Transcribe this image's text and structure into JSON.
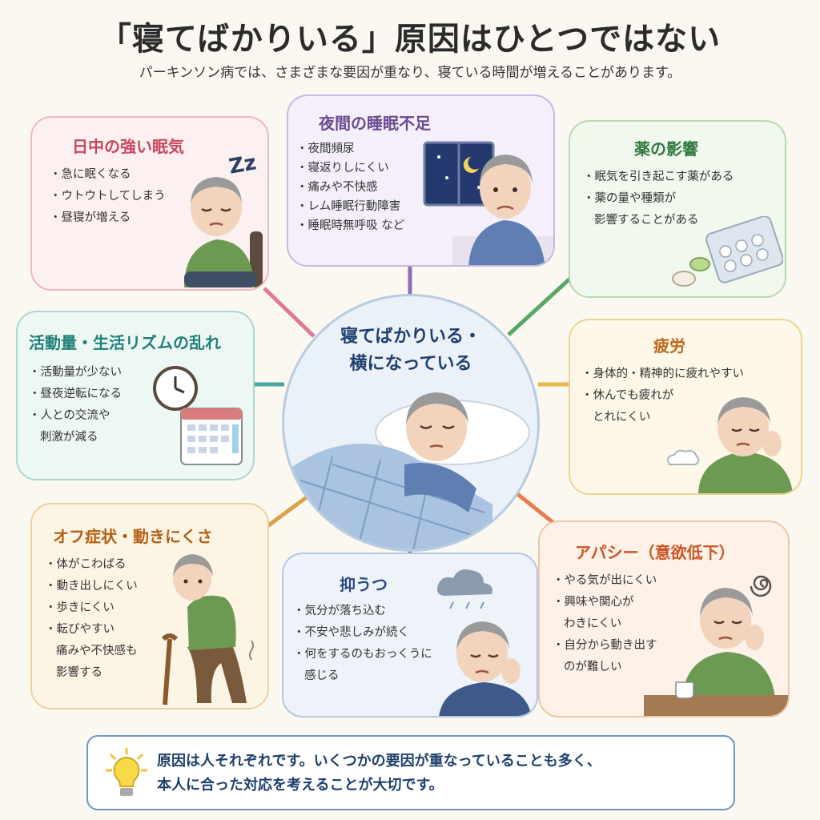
{
  "header": {
    "title": "「寝てばかりいる」原因はひとつではない",
    "subtitle": "パーキンソン病では、さまざまな要因が重なり、寝ている時間が増えることがあります。"
  },
  "center": {
    "title": "寝てばかりいる・\n横になっている"
  },
  "cards": {
    "daytime": {
      "title": "日中の強い眠気",
      "items": [
        "急に眠くなる",
        "ウトウトしてしまう",
        "昼寝が増える"
      ],
      "zzz": "Zz",
      "color": "#c9465f"
    },
    "night": {
      "title": "夜間の睡眠不足",
      "items": [
        "夜間頻尿",
        "寝返りしにくい",
        "痛みや不快感",
        "レム睡眠行動障害",
        "睡眠時無呼吸 など"
      ],
      "color": "#6a4b8f"
    },
    "medicine": {
      "title": "薬の影響",
      "items": [
        "眠気を引き起こす薬がある",
        "薬の量や種類が",
        "影響することがある"
      ],
      "color": "#2f7a3e"
    },
    "activity": {
      "title": "活動量・生活リズムの乱れ",
      "items": [
        "活動量が少ない",
        "昼夜逆転になる",
        "人との交流や",
        "刺激が減る"
      ],
      "color": "#1f7f78"
    },
    "fatigue": {
      "title": "疲労",
      "items": [
        "身体的・精神的に疲れやすい",
        "休んでも疲れが",
        "とれにくい"
      ],
      "color": "#c0661a"
    },
    "off": {
      "title": "オフ症状・動きにくさ",
      "items": [
        "体がこわばる",
        "動き出しにくい",
        "歩きにくい",
        "転びやすい",
        "痛みや不快感も",
        "影響する"
      ],
      "color": "#b55f14"
    },
    "depression": {
      "title": "抑うつ",
      "items": [
        "気分が落ち込む",
        "不安や悲しみが続く",
        "何をするのもおっくうに",
        "感じる"
      ],
      "color": "#274a82"
    },
    "apathy": {
      "title": "アパシー（意欲低下）",
      "items": [
        "やる気が出にくい",
        "興味や関心が",
        "わきにくい",
        "自分から動き出す",
        "のが難しい"
      ],
      "color": "#cf5423"
    }
  },
  "footer": {
    "text": "原因は人それぞれです。いくつかの要因が重なっていることも多く、\n本人に合った対応を考えることが大切です。"
  },
  "icons": [
    "sleepy-man-icon",
    "moon-night-window-icon",
    "pills-icon",
    "clock-icon",
    "calendar-icon",
    "tired-man-icon",
    "cane-man-icon",
    "raincloud-icon",
    "sad-man-icon",
    "coffee-cup-icon",
    "lightbulb-icon",
    "sleeping-man-icon"
  ]
}
